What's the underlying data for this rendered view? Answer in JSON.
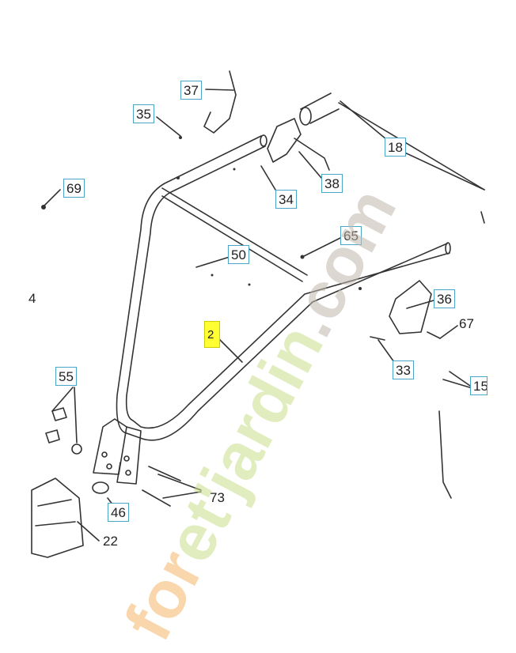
{
  "diagram": {
    "callouts": [
      "37",
      "35",
      "18",
      "38",
      "34",
      "69",
      "65",
      "50",
      "36",
      "67",
      "33",
      "55",
      "73",
      "46",
      "22",
      "15",
      "4"
    ],
    "highlighted_callout": "2"
  },
  "watermark": {
    "brand_orange": "for",
    "brand_green": "et'jardin",
    "brand_grey": ".com",
    "colors": {
      "orange": "#f5b56a",
      "green": "#c9e08a",
      "grey": "#c2b8ad"
    }
  },
  "line_color": "#333333",
  "callout_border_color": "#4aa6c9",
  "highlight_color": "#ffff33"
}
